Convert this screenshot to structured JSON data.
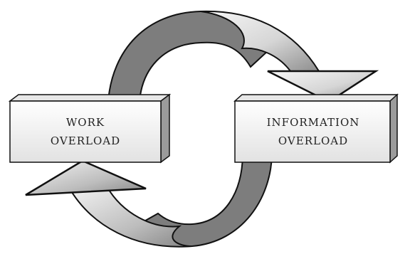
{
  "diagram": {
    "left_box": {
      "line1": "WORK",
      "line2": "OVERLOAD"
    },
    "right_box": {
      "line1": "INFORMATION",
      "line2": "OVERLOAD"
    }
  },
  "colors": {
    "arrow_dark": "#7d7d7d",
    "arrow_light_top": "#ececec",
    "arrow_light_bottom": "#9a9a9a",
    "box_face": "#f4f4f4",
    "box_side": "#9b9b9b",
    "outline": "#111111"
  }
}
